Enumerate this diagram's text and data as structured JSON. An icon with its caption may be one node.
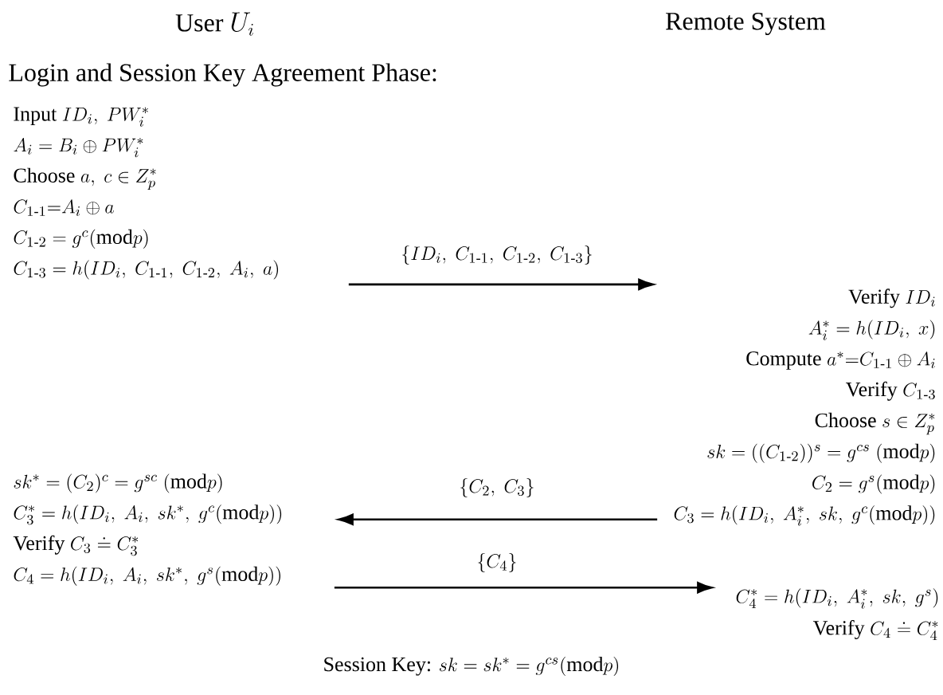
{
  "diagram": {
    "title": "Login  and Session Key Agreement Phase:",
    "nodes": [
      {
        "text": [
          "\\text{Input } ID_i,\\ PW_i^{*}",
          "A_i = B_i \\oplus PW_i^{*}",
          "\\text{Choose } a,\\ c \\in Z_p^{*}",
          "C_{1\\text{-}1}{=}A_i \\oplus a",
          "C_{1\\text{-}2} = g^{c}(\\text{mod}p)",
          "C_{1\\text{-}3} = h(ID_i,\\ C_{1\\text{-}1},\\ C_{1\\text{-}2},\\ A_i,\\ a)"
        ]
      },
      {
        "text": [
          "\\text{Verify } ID_i",
          "A_i^{*} = h(ID_i,\\ x)",
          "\\text{Compute } a^{*}{=}C_{1\\text{-}1} \\oplus A_i",
          "\\text{Verify } C_{1\\text{-}3}",
          "\\text{Choose } s \\in Z_p^{*}",
          "sk = ((C_{1\\text{-}2}))^{s} = g^{cs}\\ (\\text{mod}p)",
          "C_2 = g^{s}(\\text{mod}p)",
          "C_3 = h(ID_i,\\ A_i^{*},\\ sk,\\ g^{c}(\\text{mod}p))"
        ]
      },
      {
        "text": [
          "sk^{*} = (C_2)^{c} = g^{sc}\\ (\\text{mod}p)",
          "C_3^{*} = h(ID_i,\\ A_i,\\ sk^{*},\\ g^{c}(\\text{mod}p))",
          "\\text{Verify } C_3 \\doteq C_3^{*}",
          "C_4 = h(ID_i,\\ A_i,\\ sk^{*},\\ g^{s}(\\text{mod}p))"
        ]
      },
      {
        "text": [
          "C_4^{*} = h(ID_i,\\ A_i^{*},\\ sk,\\ g^{s})",
          "\\text{Verify } C_4 \\doteq C_4^{*}"
        ]
      }
    ],
    "edges": [
      {
        "from": 0,
        "to": 1,
        "arrow": "to",
        "label": "\\{ID_i,\\ C_{1\\text{-}1},\\ C_{1\\text{-}2},\\ C_{1\\text{-}3}\\}"
      },
      {
        "from": 1,
        "to": 2,
        "arrow": "to",
        "label": "\\{C_2,\\ C_3\\}"
      },
      {
        "from": 2,
        "to": 3,
        "arrow": "to",
        "label": "\\{C_4\\}"
      }
    ],
    "labels": [
      "\\text{User } U_i",
      "Remote System",
      "\\text{Session Key: } sk = sk^{*} = g^{cs}(\\text{mod}p)"
    ]
  }
}
